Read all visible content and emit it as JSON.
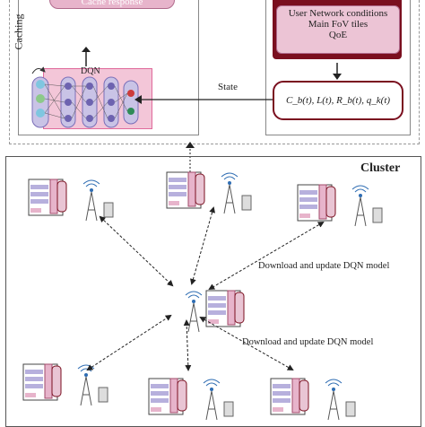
{
  "top": {
    "caching_label": "Caching",
    "top_left_box_text": "Cache response",
    "dqn_label": "DQN",
    "state_label": "State",
    "conditions": [
      "User Network conditions",
      "Main FoV tiles",
      "QoE"
    ],
    "state_formula": "C_b(t), L(t), R_b(t), q_k(t)"
  },
  "cluster": {
    "title": "Cluster",
    "download_labels": [
      "Download and update DQN model",
      "Download and update DQN model"
    ]
  },
  "colors": {
    "pink": "#e7b4cb",
    "pink_border": "#b06a8c",
    "dark_red": "#7a0f1f",
    "tower": "#555555"
  }
}
